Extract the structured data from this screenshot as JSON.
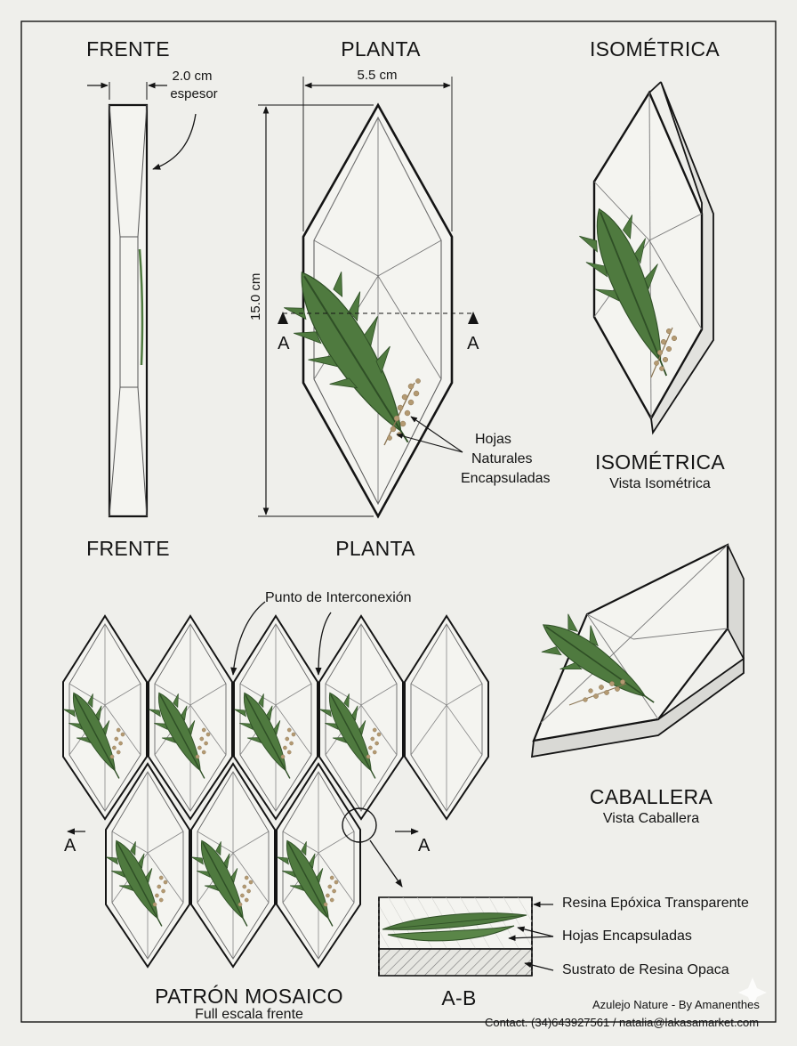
{
  "views": {
    "front_top": "FRENTE",
    "plan_top": "PLANTA",
    "iso_top": "ISOMÉTRICA",
    "front_bottom": "FRENTE",
    "plan_bottom": "PLANTA",
    "iso_title": "ISOMÉTRICA",
    "iso_subtitle": "Vista Isométrica",
    "caballera_title": "CABALLERA",
    "caballera_subtitle": "Vista Caballera",
    "mosaic_title": "PATRÓN MOSAICO",
    "mosaic_subtitle": "Full escala frente",
    "section_title": "A-B"
  },
  "dimensions": {
    "thickness": "2.0 cm",
    "thickness_label": "espesor",
    "width": "5.5 cm",
    "height": "15.0 cm"
  },
  "section_markers": {
    "left": "A",
    "right": "A",
    "mosaic_left": "A",
    "mosaic_right": "A"
  },
  "callouts": {
    "leaves_line1": "Hojas",
    "leaves_line2": "Naturales",
    "leaves_line3": "Encapsuladas",
    "interconnection": "Punto de Interconexión",
    "resin_clear": "Resina Epóxica Transparente",
    "leaves_encapsulated": "Hojas Encapsuladas",
    "resin_substrate": "Sustrato de Resina Opaca"
  },
  "footer": {
    "brand": "Azulejo Nature - By Amanenthes",
    "contact": "Contact. (34)643927561 / natalia@lakasamarket.com"
  },
  "colors": {
    "background": "#efefeb",
    "line": "#141414",
    "leaf": "#4f7a3f",
    "leaf_dark": "#2f4f26",
    "seed": "#b49a72"
  }
}
